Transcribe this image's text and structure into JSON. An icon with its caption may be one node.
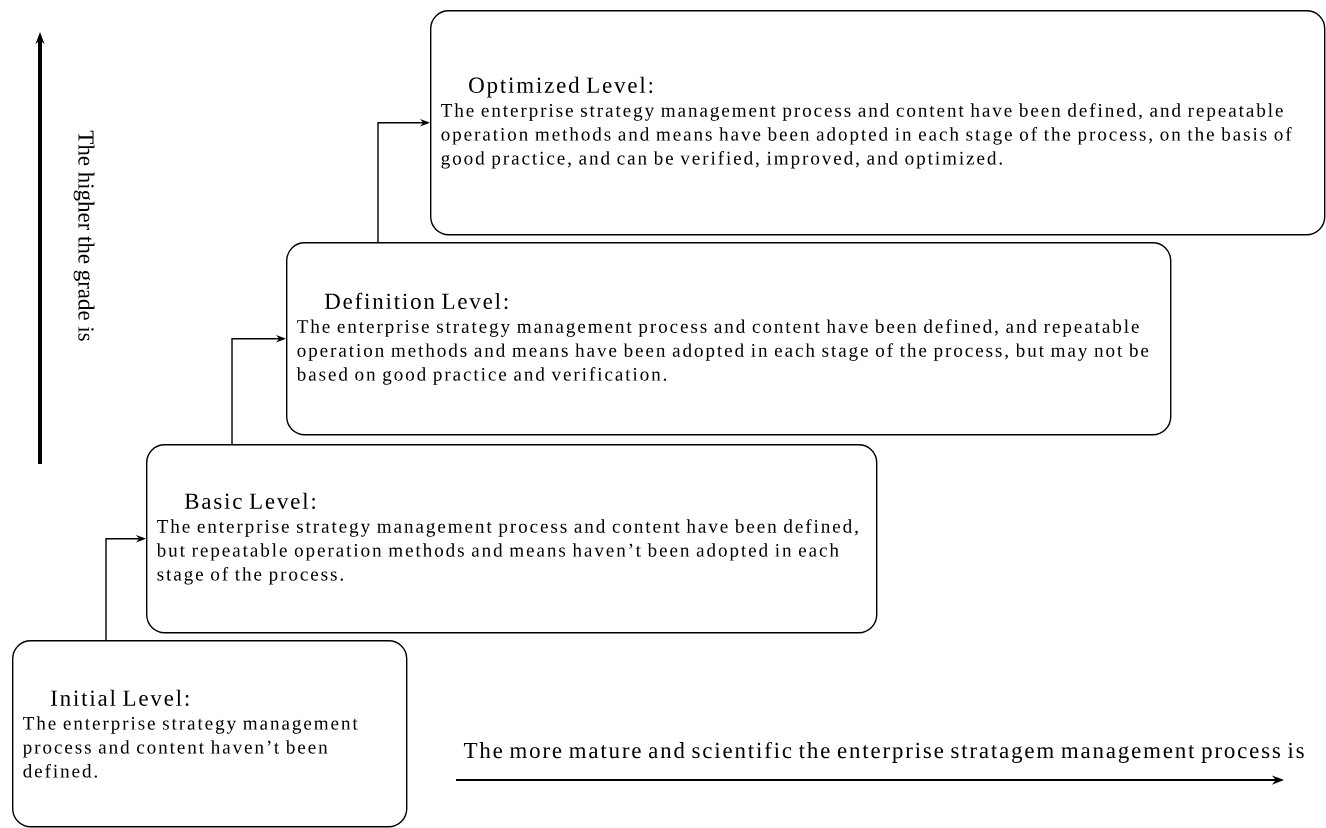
{
  "diagram": {
    "nodes": [
      {
        "text": [
          "Optimized Level:",
          "The enterprise strategy management process and content have been defined, and repeatable operation methods and means have been adopted in each stage of the process, on the basis of good practice, and can be verified, improved, and optimized."
        ]
      },
      {
        "text": [
          "Definition Level:",
          "The enterprise strategy management process and content have been defined, and repeatable operation methods and means have been adopted in each stage of the process, but may not be based on good practice and verification."
        ]
      },
      {
        "text": [
          "Basic Level:",
          "The enterprise strategy management process and content have been defined, but repeatable operation methods and means haven’t been adopted in each stage of the process."
        ]
      },
      {
        "text": [
          "Initial Level:",
          "The enterprise strategy management process and content haven’t been defined."
        ]
      }
    ],
    "edges": [
      {
        "from": 3,
        "to": 2,
        "arrow": "to"
      },
      {
        "from": 2,
        "to": 1,
        "arrow": "to"
      },
      {
        "from": 1,
        "to": 0,
        "arrow": "to"
      }
    ],
    "labels": [
      "The higher the grade is",
      "The more mature and scientific the enterprise stratagem management process is"
    ]
  }
}
